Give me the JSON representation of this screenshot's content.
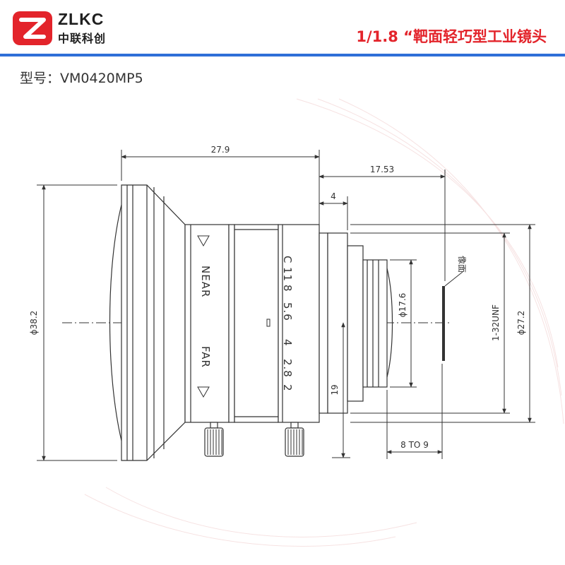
{
  "header": {
    "brand_en": "ZLKC",
    "brand_cn": "中联科创",
    "title": "1/1.8 “靶面轻巧型工业镜头"
  },
  "model": {
    "label": "型号：",
    "value": "VM0420MP5"
  },
  "dimensions": {
    "total_length": "27.9",
    "flange": "17.53",
    "mount_step": "4",
    "outer_diameter": "ϕ38.2",
    "rear_diameter": "ϕ17.6",
    "thread": "1-32UNF",
    "mount_diameter": "ϕ27.2",
    "rear_height": "19",
    "back_range": "8 TO 9",
    "image_plane": "像面"
  },
  "rings": {
    "focus_near": "NEAR",
    "focus_far": "FAR",
    "apertures": [
      "C",
      "11",
      "8",
      "5.6",
      "4",
      "2.8",
      "2"
    ]
  },
  "colors": {
    "accent_red": "#e3242b",
    "accent_blue": "#2f6fd8",
    "line": "#333333"
  }
}
